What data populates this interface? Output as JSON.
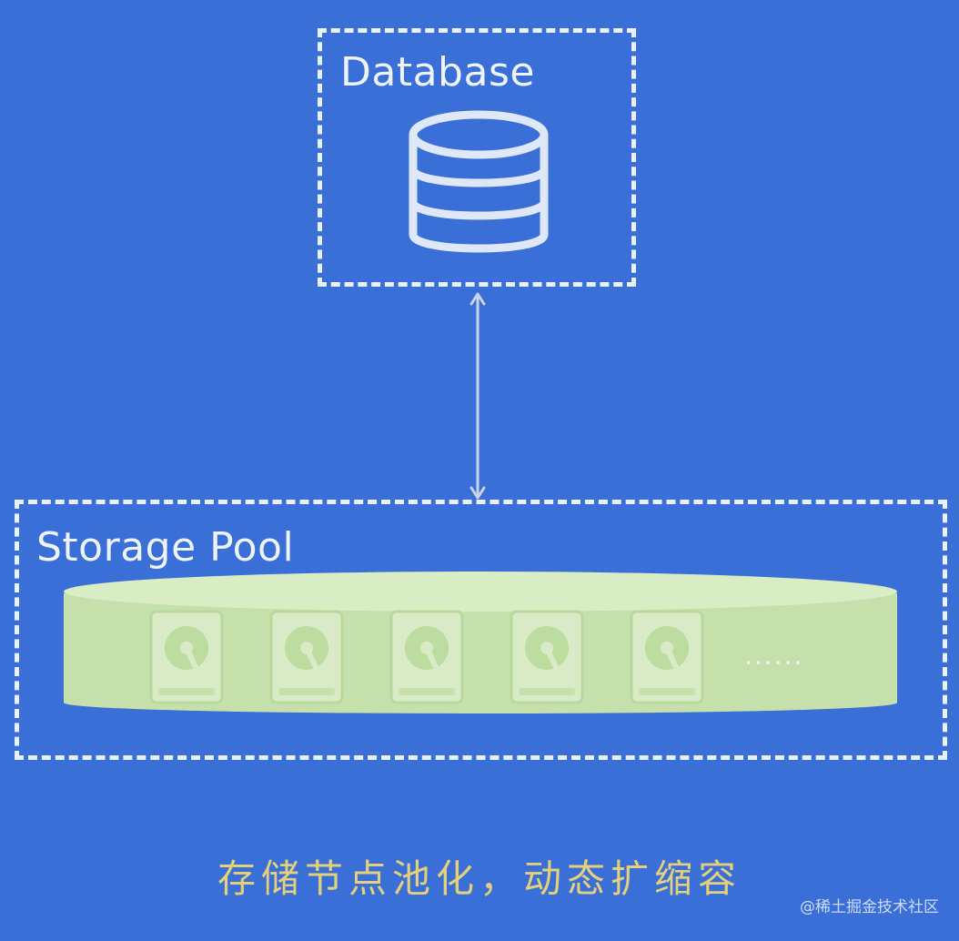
{
  "database": {
    "title": "Database",
    "icon": "database-icon"
  },
  "connector": {
    "icon": "bidirectional-arrow",
    "color": "#c9d4ea"
  },
  "storage_pool": {
    "title": "Storage Pool",
    "disk_icon": "hard-disk-icon",
    "disk_count_visible": 5,
    "more_indicator": "......",
    "fill_color": "#cfe7b3"
  },
  "caption": "存储节点池化，动态扩缩容",
  "watermark": "@稀土掘金技术社区",
  "colors": {
    "background": "#3a6fd8",
    "dashed_border": "#e9f0ff",
    "caption": "#e4cf7a"
  }
}
